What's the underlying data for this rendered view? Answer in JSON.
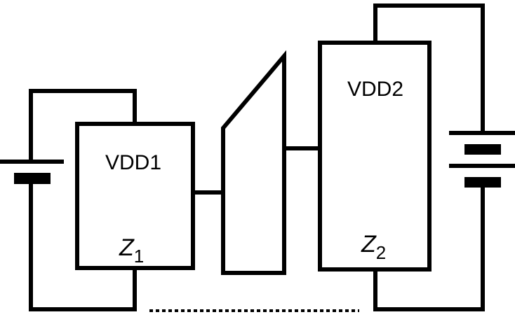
{
  "diagram": {
    "block1": {
      "label": "VDD1",
      "impedance": "Z",
      "subscript": "1"
    },
    "block2": {
      "label": "VDD2",
      "impedance": "Z",
      "subscript": "2"
    },
    "components": [
      "battery-left",
      "block1",
      "trapezoid-converter",
      "block2",
      "battery-right"
    ],
    "ink_color": "#000000"
  }
}
